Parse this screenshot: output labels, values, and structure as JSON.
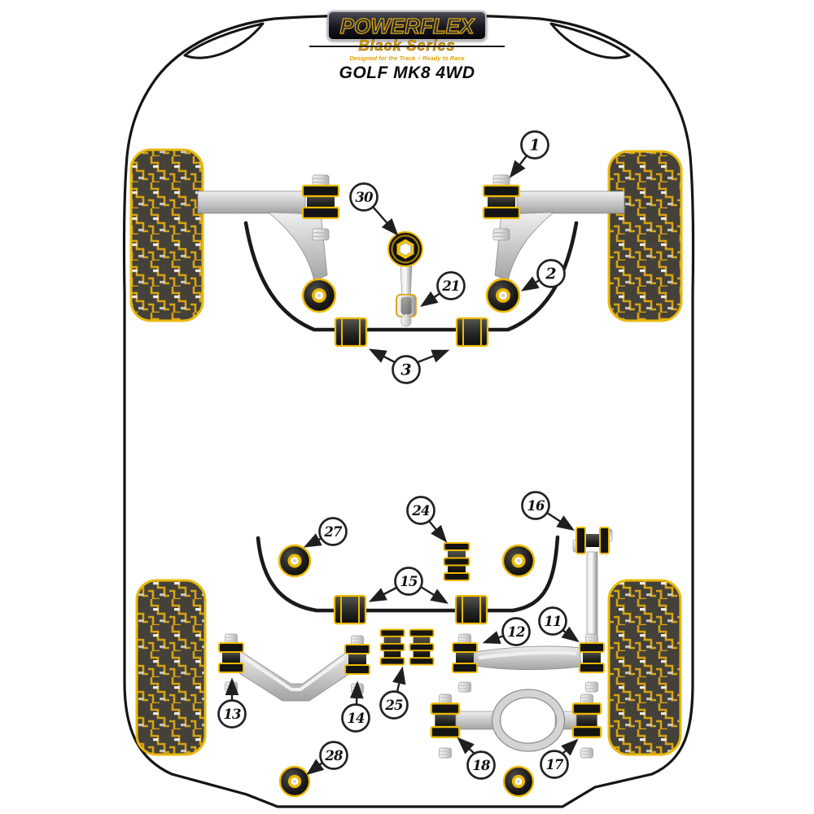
{
  "header": {
    "brand": "POWERFLEX",
    "series": "Black Series",
    "tagline": "Designed for the Track ~ Ready to Race",
    "model": "GOLF MK8 4WD"
  },
  "callouts": {
    "c1": "1",
    "c2": "2",
    "c3": "3",
    "c11": "11",
    "c12": "12",
    "c13": "13",
    "c14": "14",
    "c15": "15",
    "c16": "16",
    "c17": "17",
    "c18": "18",
    "c21": "21",
    "c24": "24",
    "c25": "25",
    "c27": "27",
    "c28": "28",
    "c30": "30"
  },
  "callout_groups": {
    "front_axle": [
      "1",
      "2",
      "3",
      "21",
      "30"
    ],
    "rear_axle": [
      "11",
      "12",
      "13",
      "14",
      "15",
      "16",
      "17",
      "18",
      "24",
      "25",
      "27",
      "28"
    ]
  },
  "colors": {
    "accent_yellow": "#EDBA00",
    "tread_yellow": "#D8A313",
    "tread_base": "#44413A",
    "bushing_black": "#161616",
    "arm_gray": "#C9C9C9",
    "logo_gold": "#E3A912",
    "line_black": "#1A1A1A"
  }
}
